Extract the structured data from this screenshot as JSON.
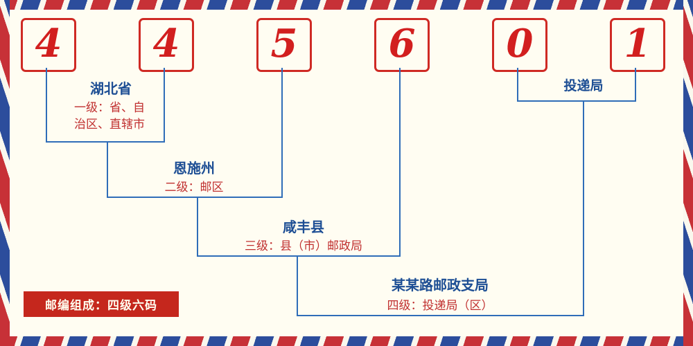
{
  "postal_code": {
    "digits": [
      "4",
      "4",
      "5",
      "6",
      "0",
      "1"
    ]
  },
  "labels": {
    "level1": {
      "name": "湖北省",
      "desc_line1": "一级：省、自",
      "desc_line2": "治区、直辖市"
    },
    "level2": {
      "name": "恩施州",
      "desc": "二级：邮区"
    },
    "level3": {
      "name": "咸丰县",
      "desc": "三级：县（市）邮政局"
    },
    "level4": {
      "name": "某某路邮政支局",
      "desc": "四级：投递局（区）"
    },
    "delivery": {
      "name": "投递局"
    }
  },
  "footer": {
    "composition": "邮编组成：四级六码"
  },
  "colors": {
    "background": "#fffdf2",
    "digit_red": "#d21f1f",
    "box_border_red": "#cf2a24",
    "line_blue": "#2f6db8",
    "name_blue": "#1d4e94",
    "desc_red": "#c03030",
    "badge_red": "#c5271d",
    "stripe_red": "#c73137",
    "stripe_blue": "#2c4d9c"
  }
}
